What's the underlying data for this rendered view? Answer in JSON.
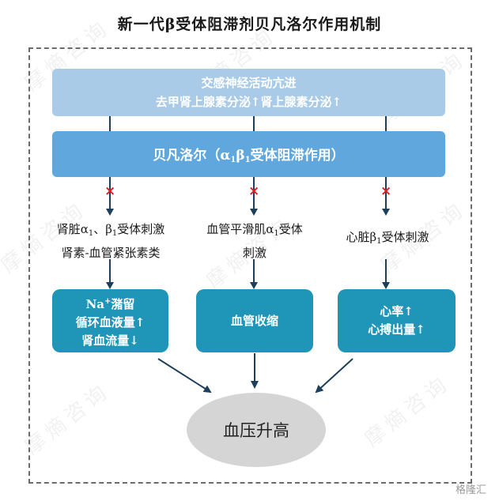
{
  "title": "新一代β受体阻滞剂贝凡洛尔作用机制",
  "top_box": {
    "line1": "交感神经活动亢进",
    "line2": "去甲肾上腺素分泌↑肾上腺素分泌↑"
  },
  "mid_box": {
    "prefix": "贝凡洛尔（α",
    "sub1": "1",
    "mid": "β",
    "sub2": "1",
    "suffix": "受体阻滞作用）"
  },
  "labels": {
    "left": {
      "line1_a": "肾脏α",
      "line1_sub1": "1",
      "line1_b": "、β",
      "line1_sub2": "1",
      "line1_c": "受体刺激",
      "line2": "肾素-血管紧张素类"
    },
    "middle": {
      "line1_a": "血管平滑肌α",
      "line1_sub": "1",
      "line1_b": "受体",
      "line2": "刺激"
    },
    "right": {
      "line1_a": "心脏β",
      "line1_sub": "1",
      "line1_b": "受体刺激"
    }
  },
  "boxes": {
    "left": {
      "line1_a": "Na",
      "line1_sup": "+",
      "line1_b": "潴留",
      "line2": "循环血液量↑",
      "line3": "肾血流量↓"
    },
    "middle": {
      "line1": "血管收缩"
    },
    "right": {
      "line1": "心率↑",
      "line2": "心搏出量↑"
    }
  },
  "result": "血压升高",
  "block_mark": "×",
  "watermark": "摩熵咨询",
  "logo_text": "格隆汇",
  "colors": {
    "top_box": "#a9cbe8",
    "mid_box": "#5fa7dc",
    "effect_box": "#1f95b8",
    "ellipse": "#d5d5d5",
    "arrow": "#1d3f5c",
    "block": "#e02020"
  }
}
